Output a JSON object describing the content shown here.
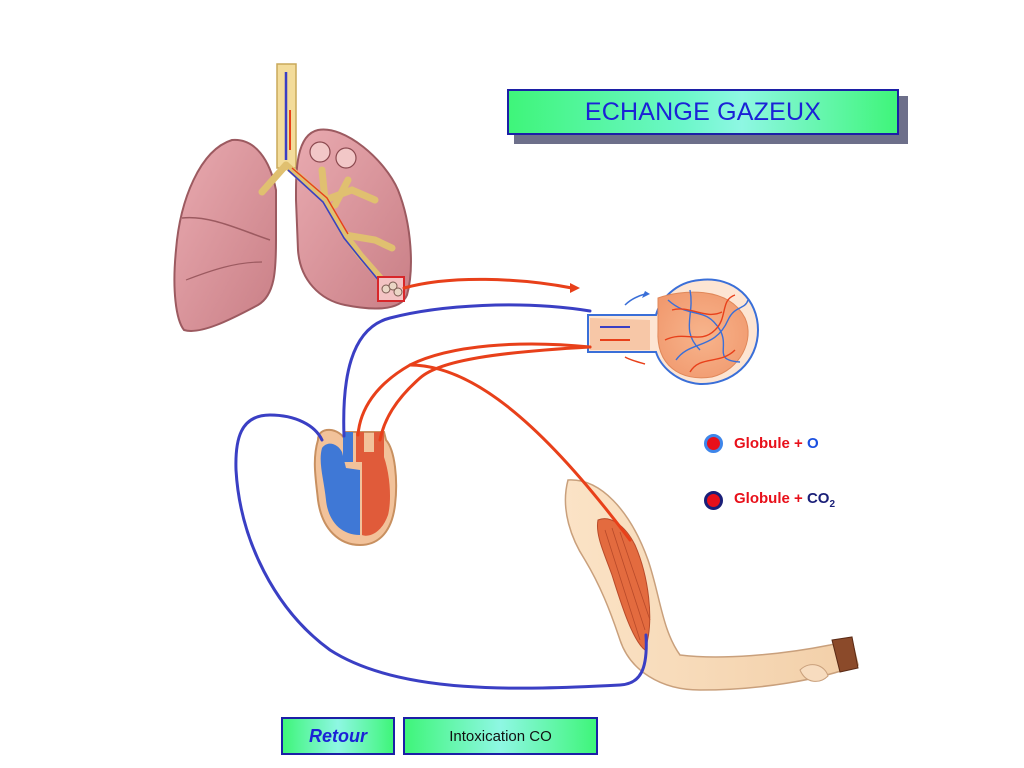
{
  "title": "ECHANGE GAZEUX",
  "legend": [
    {
      "label": "Globule",
      "plus": "+",
      "gas": "O",
      "gas_sub": "",
      "dot_color": "#e8101a",
      "ring_color": "#3e86ea"
    },
    {
      "label": "Globule",
      "plus": "+",
      "gas": "CO",
      "gas_sub": "2",
      "dot_color": "#e8101a",
      "ring_color": "#1a1f78"
    }
  ],
  "buttons": {
    "retour": "Retour",
    "intoxication": "Intoxication CO"
  },
  "colors": {
    "oxygenated_vessel": "#e8401a",
    "deoxygenated_vessel": "#3a3fc4",
    "button_border": "#1c1fa6"
  },
  "organs": [
    "lungs-icon",
    "alveolus-icon",
    "heart-icon",
    "arm-icon"
  ]
}
